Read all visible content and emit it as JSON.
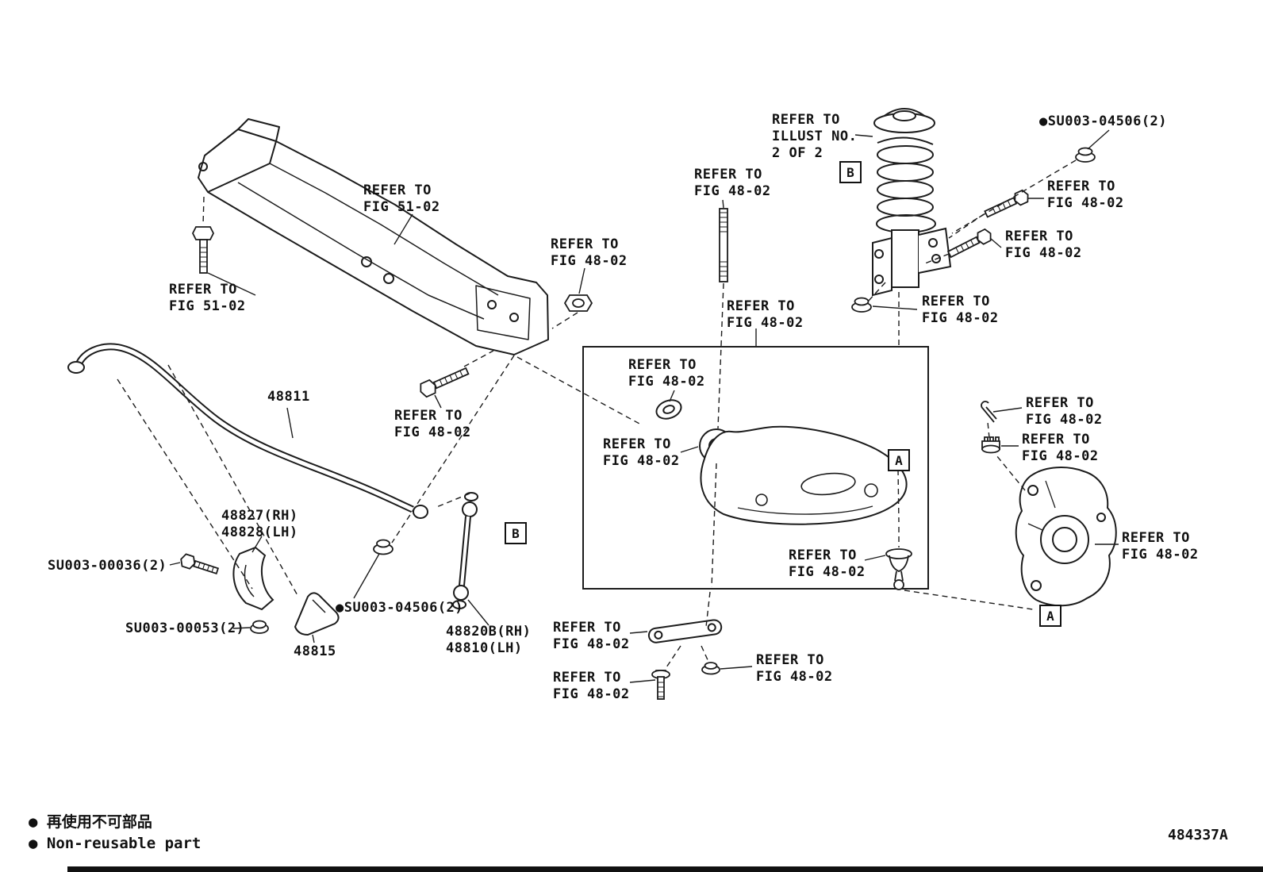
{
  "labels": [
    {
      "text": "REFER TO\nFIG 51-02"
    },
    {
      "text": "REFER TO\nFIG 51-02"
    },
    {
      "text": "REFER TO\nFIG 48-02"
    },
    {
      "text": "REFER TO\nFIG 48-02"
    },
    {
      "text": "REFER TO\nILLUST NO.\n2 OF 2"
    },
    {
      "text": "●SU003-04506(2)"
    },
    {
      "text": "REFER TO\nFIG 48-02"
    },
    {
      "text": "REFER TO\nFIG 48-02"
    },
    {
      "text": "REFER TO\nFIG 48-02"
    },
    {
      "text": "REFER TO\nFIG 48-02"
    },
    {
      "text": "REFER TO\nFIG 48-02"
    },
    {
      "text": "REFER TO\nFIG 48-02"
    },
    {
      "text": "REFER TO\nFIG 48-02"
    },
    {
      "text": "REFER TO\nFIG 48-02"
    },
    {
      "text": "REFER TO\nFIG 48-02"
    },
    {
      "text": "REFER TO\nFIG 48-02"
    },
    {
      "text": "REFER TO\nFIG 48-02"
    },
    {
      "text": "48811"
    },
    {
      "text": "48827(RH)\n48828(LH)"
    },
    {
      "text": "SU003-00036(2)"
    },
    {
      "text": "SU003-00053(2)"
    },
    {
      "text": "48815"
    },
    {
      "text": "●SU003-04506(2)"
    },
    {
      "text": "48820B(RH)\n48810(LH)"
    },
    {
      "text": "REFER TO\nFIG 48-02"
    },
    {
      "text": "REFER TO\nFIG 48-02"
    },
    {
      "text": "REFER TO\nFIG 48-02"
    }
  ],
  "callouts": {
    "a": "A",
    "b": "B"
  },
  "legend": {
    "nonreusable_jp": "● 再使用不可部品",
    "nonreusable_en": "● Non-reusable part"
  },
  "figure_code": "484337A"
}
